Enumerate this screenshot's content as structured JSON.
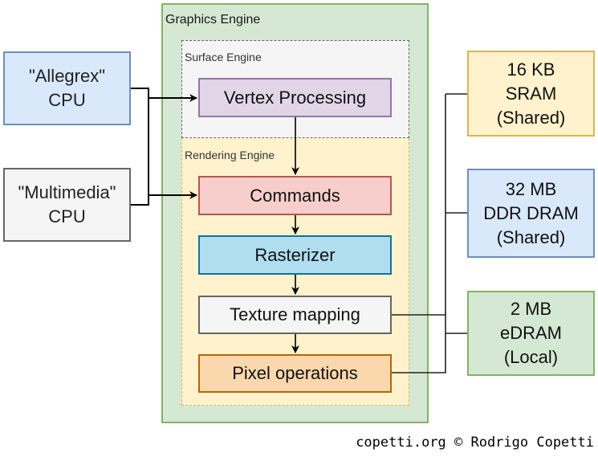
{
  "diagram": {
    "containers": {
      "graphics_engine": "Graphics Engine",
      "surface_engine": "Surface Engine",
      "rendering_engine": "Rendering Engine"
    },
    "cpus": [
      {
        "id": "allegrex",
        "label": "\"Allegrex\"\nCPU",
        "fill": "#dae8fc",
        "stroke": "#6c8ebf"
      },
      {
        "id": "multimedia",
        "label": "\"Multimedia\"\nCPU",
        "fill": "#f5f5f5",
        "stroke": "#666666"
      }
    ],
    "pipeline": [
      {
        "id": "vertex",
        "label": "Vertex Processing",
        "fill": "#e1d5e7",
        "stroke": "#9673a6"
      },
      {
        "id": "commands",
        "label": "Commands",
        "fill": "#f8cecc",
        "stroke": "#b85450"
      },
      {
        "id": "rasterizer",
        "label": "Rasterizer",
        "fill": "#b1ddf0",
        "stroke": "#10739e"
      },
      {
        "id": "texture",
        "label": "Texture mapping",
        "fill": "#f5f5f5",
        "stroke": "#666666"
      },
      {
        "id": "pixel",
        "label": "Pixel operations",
        "fill": "#fad7ac",
        "stroke": "#b46504"
      }
    ],
    "memories": [
      {
        "id": "sram",
        "label": "16 KB\nSRAM\n(Shared)",
        "fill": "#fff2cc",
        "stroke": "#d6b656"
      },
      {
        "id": "dram",
        "label": "32 MB\nDDR DRAM\n(Shared)",
        "fill": "#dae8fc",
        "stroke": "#6c8ebf"
      },
      {
        "id": "edram",
        "label": "2 MB\neDRAM\n(Local)",
        "fill": "#d5e8d4",
        "stroke": "#82b366"
      }
    ],
    "edges": [
      {
        "from": "allegrex",
        "to": "vertex"
      },
      {
        "from": "allegrex",
        "to": "commands"
      },
      {
        "from": "multimedia",
        "to": "vertex"
      },
      {
        "from": "multimedia",
        "to": "commands"
      },
      {
        "from": "vertex",
        "to": "commands"
      },
      {
        "from": "commands",
        "to": "rasterizer"
      },
      {
        "from": "rasterizer",
        "to": "texture"
      },
      {
        "from": "texture",
        "to": "pixel"
      },
      {
        "from": "texture",
        "to": "memory-bus"
      },
      {
        "from": "pixel",
        "to": "memory-bus"
      },
      {
        "from": "memory-bus",
        "to": "sram"
      },
      {
        "from": "memory-bus",
        "to": "dram"
      },
      {
        "from": "memory-bus",
        "to": "edram"
      }
    ]
  },
  "credit": "copetti.org © Rodrigo Copetti"
}
